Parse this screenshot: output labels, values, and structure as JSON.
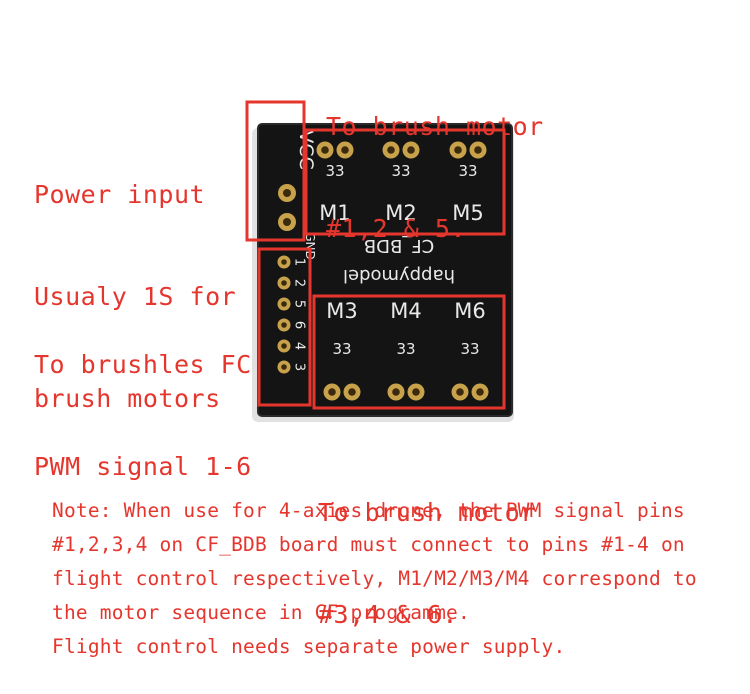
{
  "labels": {
    "top_line1": "To brush motor",
    "top_line2": "#1,2 & 5.",
    "power_line1": "Power input",
    "power_line2": "Usualy 1S for",
    "power_line3": "brush motors",
    "pwm_line1": "To brushles FC",
    "pwm_line2": "PWM signal 1-6",
    "bottom_line1": "To brush motor",
    "bottom_line2": "#3,4 & 6."
  },
  "note": {
    "line1": "Note: When use for 4-axies drone, the PWM signal pins",
    "line2": "#1,2,3,4 on CF_BDB board must connect to pins #1-4 on",
    "line3": "flight control respectively, M1/M2/M3/M4 correspond to",
    "line4": "the motor sequence in CF programme.",
    "line5": "Flight control needs separate power supply."
  },
  "board": {
    "vcc": "VCC",
    "gnd": "GND",
    "name": "CF_BDB",
    "brand": "happymodel",
    "pwm_pins": [
      "1",
      "2",
      "5",
      "6",
      "4",
      "3"
    ],
    "motors_top": [
      "M1",
      "M2",
      "M5"
    ],
    "motors_bottom": [
      "M3",
      "M4",
      "M6"
    ],
    "pad_marks": [
      "33",
      "33",
      "33",
      "33",
      "33",
      "33"
    ]
  },
  "colors": {
    "annotation": "#e5362e",
    "board": "#121212",
    "gold": "#c8a24a",
    "silkscreen": "#e9e9e9"
  }
}
